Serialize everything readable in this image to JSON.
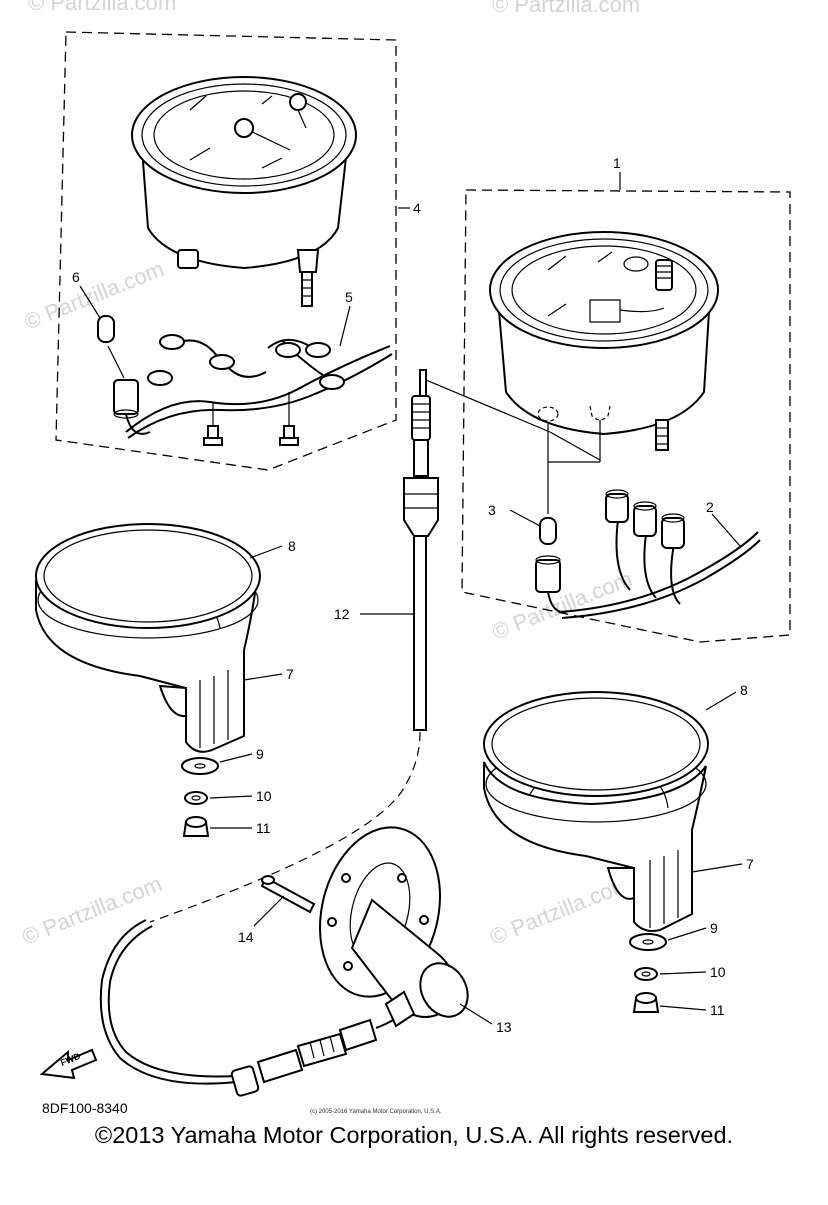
{
  "watermark": "© Partzilla.com",
  "callouts": {
    "c1": "1",
    "c2": "2",
    "c3": "3",
    "c4": "4",
    "c5": "5",
    "c6": "6",
    "c7a": "7",
    "c7b": "7",
    "c8a": "8",
    "c8b": "8",
    "c9a": "9",
    "c9b": "9",
    "c10a": "10",
    "c10b": "10",
    "c11a": "11",
    "c11b": "11",
    "c12": "12",
    "c13": "13",
    "c14": "14"
  },
  "fwd_label": "FWD",
  "diagram_code": "8DF100-8340",
  "footer_small": "(c) 2005-2016 Yamaha Motor Corporation, U.S.A.",
  "footer": "©2013 Yamaha Motor Corporation, U.S.A. All rights reserved."
}
